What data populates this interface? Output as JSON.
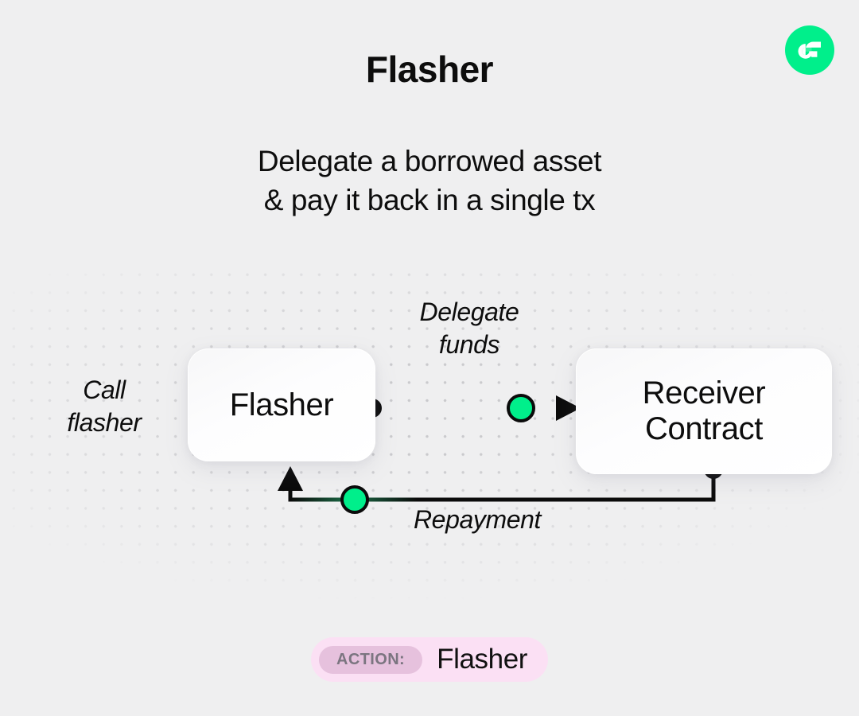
{
  "header": {
    "title": "Flasher",
    "subtitle": "Delegate a borrowed asset\n& pay it back in a single tx",
    "logo_icon": "flow-logo-icon"
  },
  "diagram": {
    "nodes": [
      {
        "id": "flasher",
        "label": "Flasher"
      },
      {
        "id": "receiver",
        "label": "Receiver\nContract"
      }
    ],
    "labels": {
      "call_flasher": "Call\nflasher",
      "delegate_funds": "Delegate\nfunds",
      "repayment": "Repayment"
    },
    "edges": [
      {
        "id": "delegate-funds-edge",
        "from": "flasher",
        "to": "receiver",
        "label": "Delegate funds",
        "marker": "arrow",
        "node_dot": "green"
      },
      {
        "id": "repayment-edge",
        "from": "receiver",
        "to": "flasher",
        "label": "Repayment",
        "marker": "arrow",
        "node_dot": "green"
      }
    ]
  },
  "badge": {
    "tag": "ACTION:",
    "value": "Flasher"
  },
  "colors": {
    "background": "#efeff0",
    "accent_green": "#00ef8b",
    "node_dot_black": "#0b0b0b",
    "badge_background": "#fbe0f4",
    "badge_tag_background": "#e6c1dd",
    "badge_tag_text": "#7b7580",
    "dot_grid": "#c9c9cc",
    "text": "#0d0d0d"
  }
}
